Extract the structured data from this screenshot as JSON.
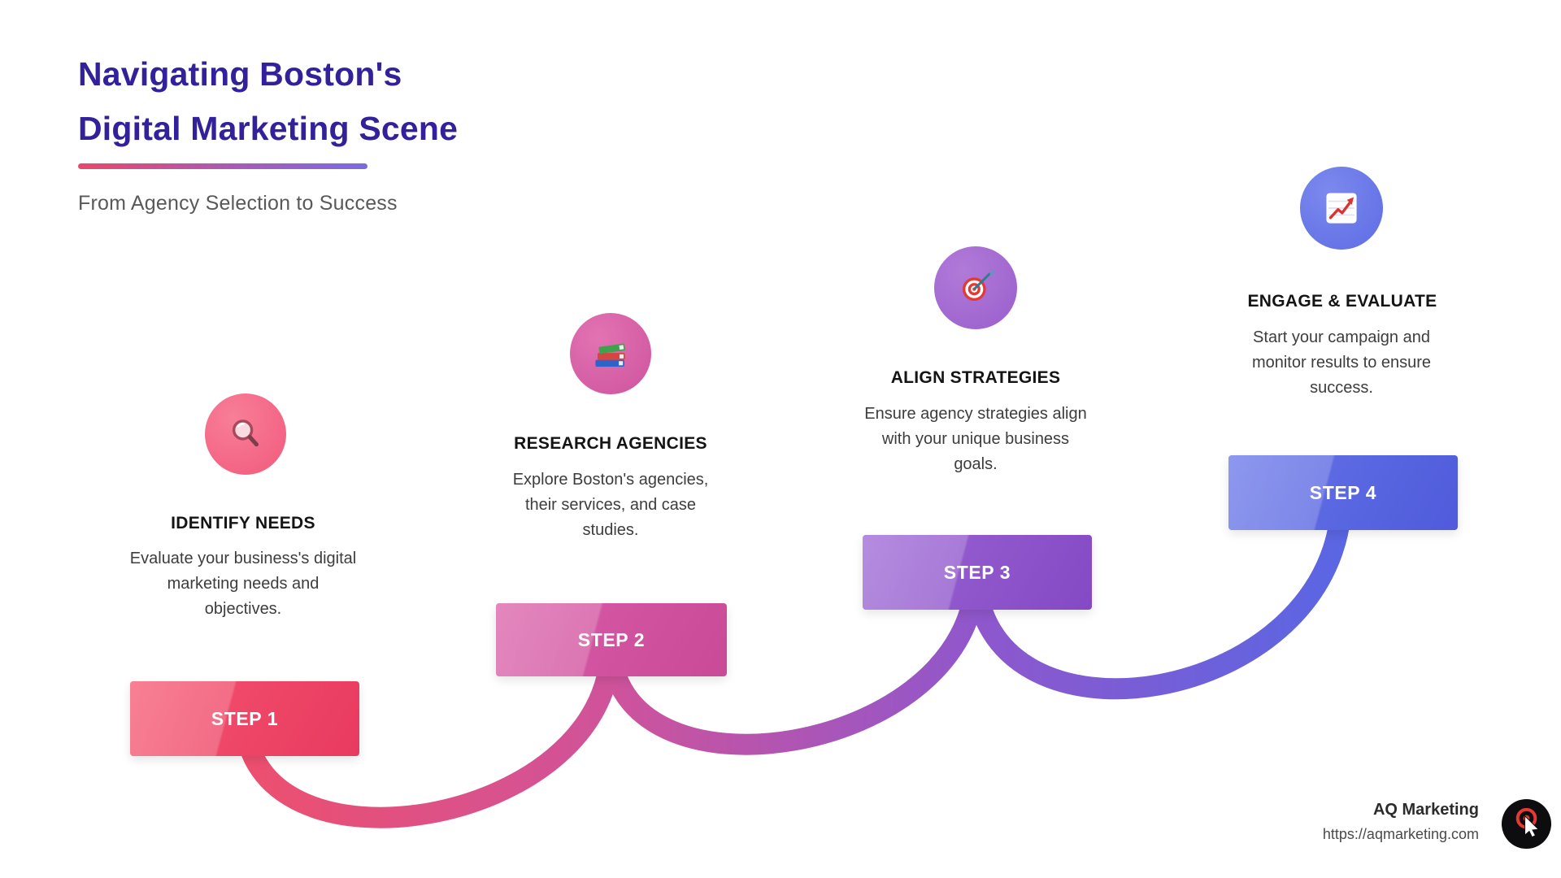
{
  "header": {
    "title_line1": "Navigating Boston's",
    "title_line2": "Digital Marketing Scene",
    "title_color": "#33219b",
    "subtitle": "From Agency Selection to Success",
    "underline_gradient": [
      "#e9486b",
      "#7b6be0"
    ]
  },
  "steps": [
    {
      "label": "STEP 1",
      "title": "IDENTIFY NEEDS",
      "description": "Evaluate your business's digital marketing needs and objectives.",
      "icon": "magnifier-icon",
      "accent_color": "#ee4a68"
    },
    {
      "label": "STEP 2",
      "title": "RESEARCH AGENCIES",
      "description": "Explore Boston's agencies, their services, and case studies.",
      "icon": "books-icon",
      "accent_color": "#d0549f"
    },
    {
      "label": "STEP 3",
      "title": "ALIGN STRATEGIES",
      "description": "Ensure agency strategies align with your unique business goals.",
      "icon": "target-icon",
      "accent_color": "#9058cd"
    },
    {
      "label": "STEP 4",
      "title": "ENGAGE & EVALUATE",
      "description": "Start your campaign and monitor results to ensure success.",
      "icon": "chart-icon",
      "accent_color": "#5b67e2"
    }
  ],
  "footer": {
    "brand": "AQ Marketing",
    "url": "https://aqmarketing.com"
  }
}
